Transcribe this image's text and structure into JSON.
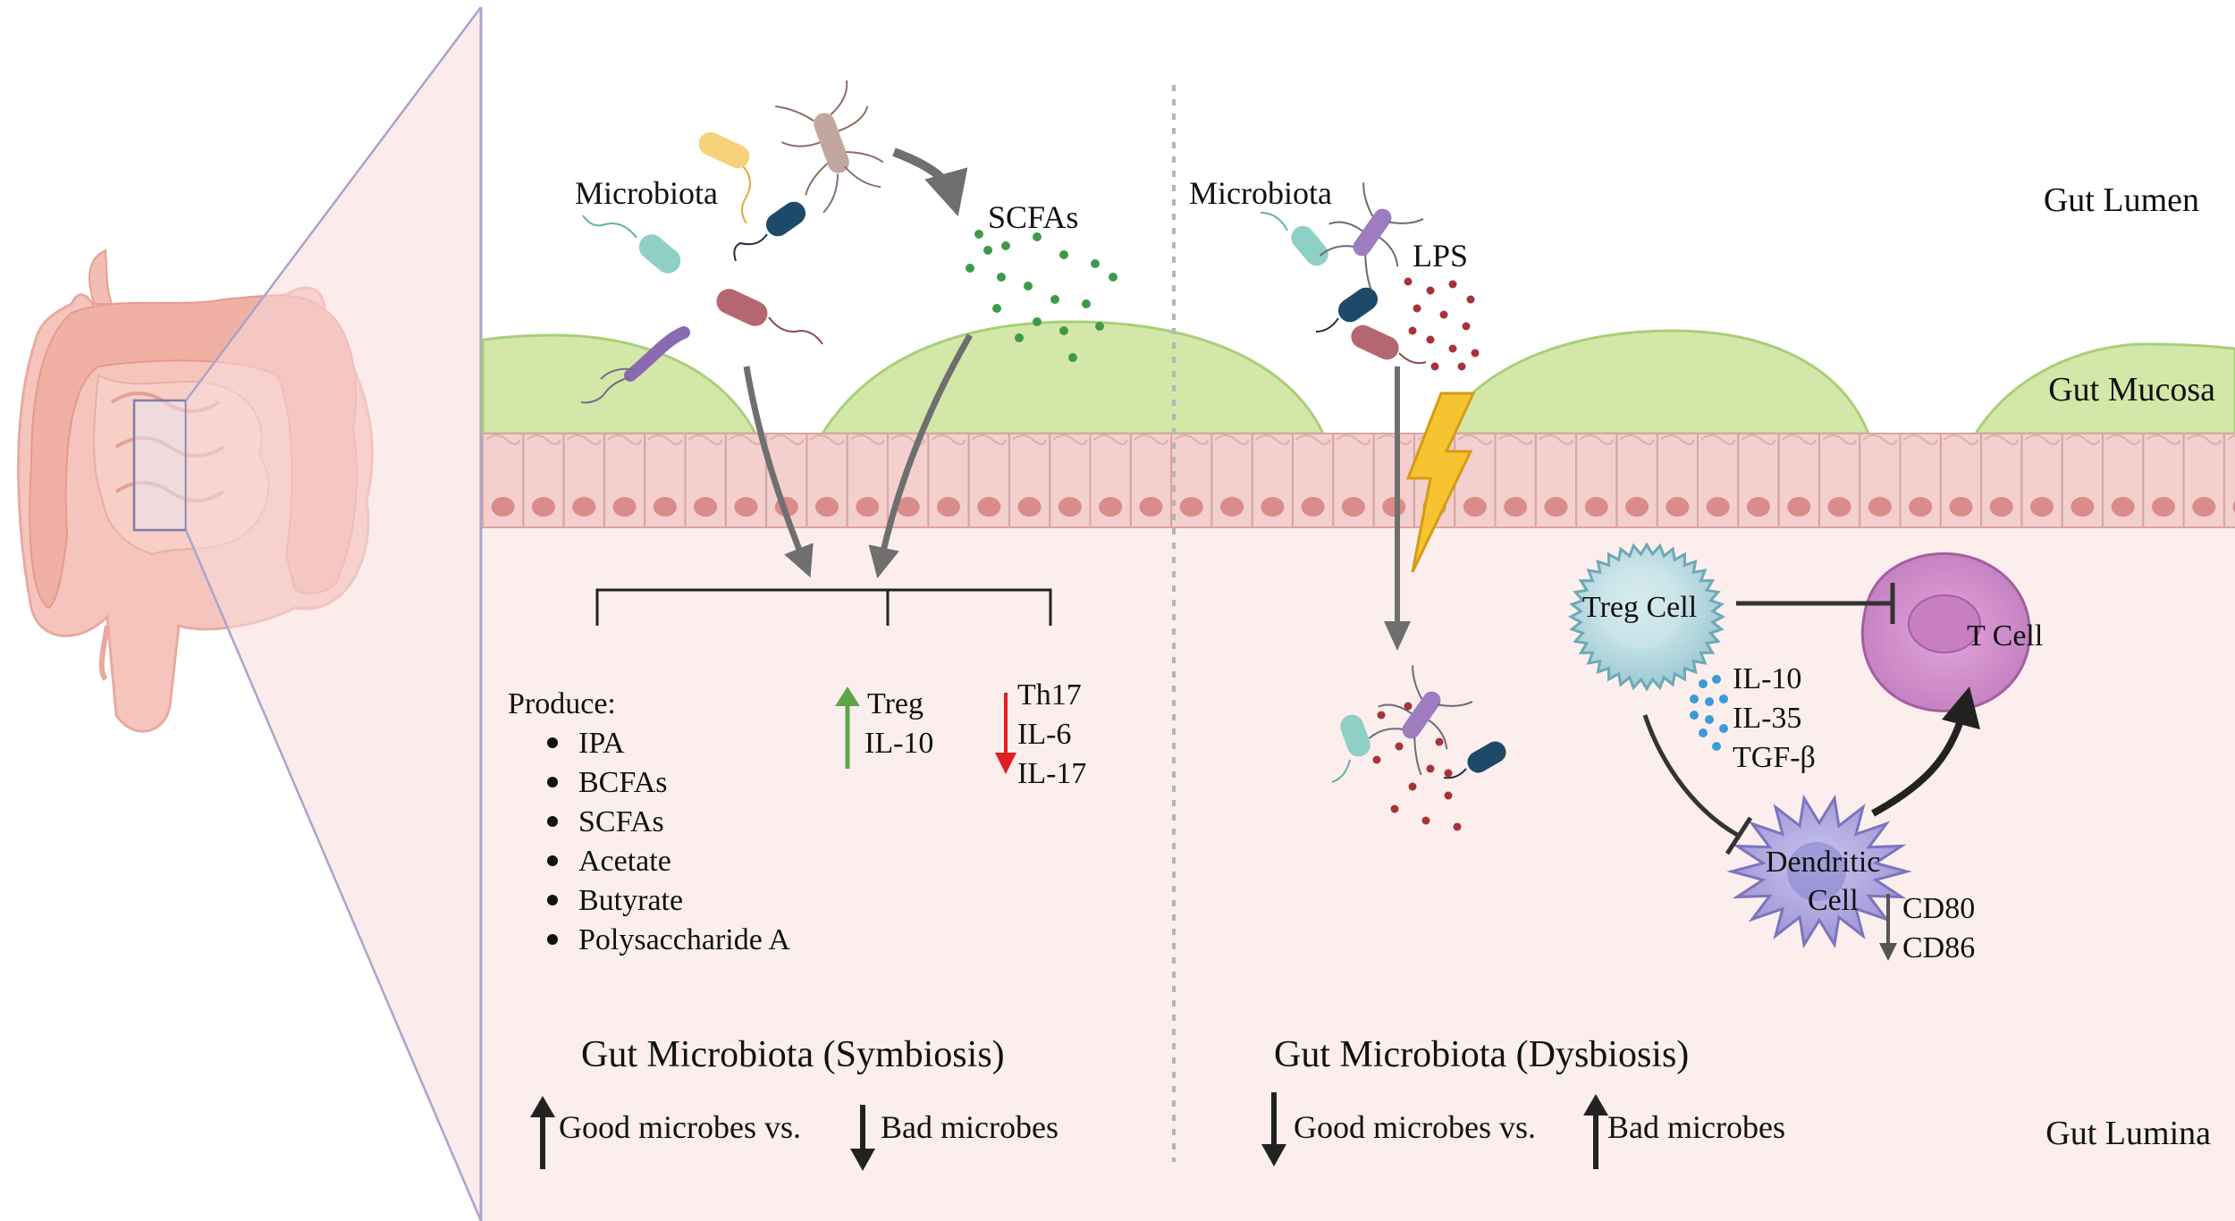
{
  "labels": {
    "gut_lumen": "Gut Lumen",
    "gut_mucosa": "Gut Mucosa",
    "gut_lumina": "Gut Lumina",
    "microbiota_left": "Microbiota",
    "microbiota_right": "Microbiota",
    "scfas": "SCFAs",
    "lps": "LPS"
  },
  "symbiosis": {
    "produce_title": "Produce:",
    "produce_items": [
      "IPA",
      "BCFAs",
      "SCFAs",
      "Acetate",
      "Butyrate",
      "Polysaccharide A"
    ],
    "up_list": [
      "Treg",
      "IL-10"
    ],
    "down_list": [
      "Th17",
      "IL-6",
      "IL-17"
    ],
    "title": "Gut Microbiota (Symbiosis)",
    "good": "Good microbes vs.",
    "bad": "Bad microbes"
  },
  "dysbiosis": {
    "treg": "Treg Cell",
    "tcell": "T Cell",
    "dendritic_1": "Dendritic",
    "dendritic_2": "Cell",
    "cytokines": [
      "IL-10",
      "IL-35",
      "TGF-β"
    ],
    "markers": [
      "CD80",
      "CD86"
    ],
    "title": "Gut Microbiota (Dysbiosis)",
    "good": "Good microbes vs.",
    "bad": "Bad microbes"
  },
  "colors": {
    "mucosa_green": "#d3e8a8",
    "epithelium": "#f3cfcd",
    "nucleus": "#d98c8a",
    "lamina": "#fdeeee",
    "up_arrow_green": "#5aa84a",
    "down_arrow_red": "#e02020"
  }
}
